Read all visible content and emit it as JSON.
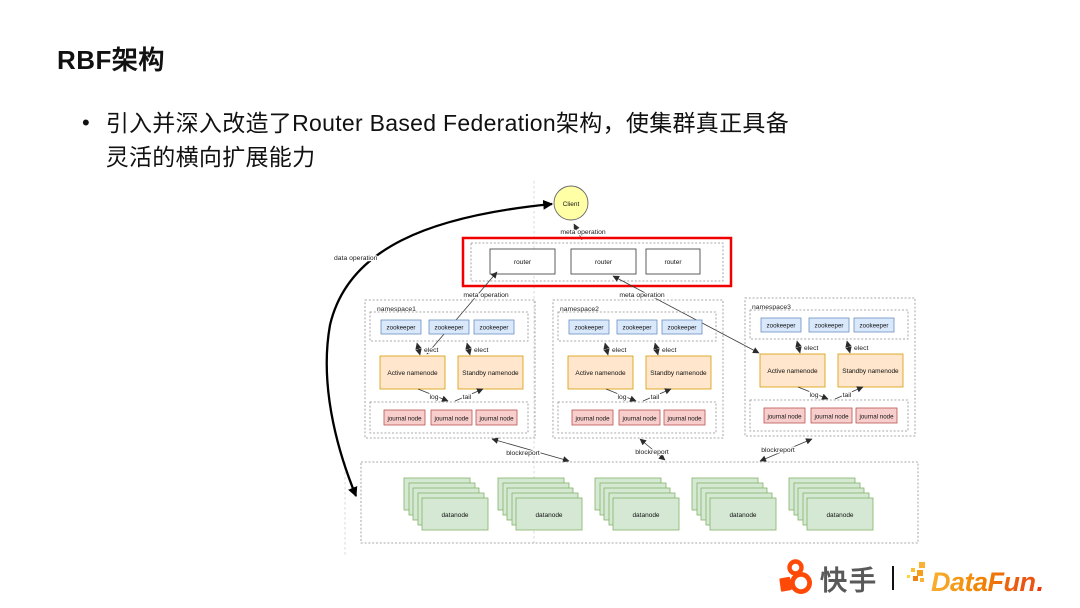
{
  "slide": {
    "title": "RBF架构",
    "bullet_marker": "•",
    "bullet": "引入并深入改造了Router Based Federation架构，使集群真正具备\n灵活的横向扩展能力"
  },
  "diagram": {
    "client_label": "Client",
    "router_labels": [
      "router",
      "router",
      "router"
    ],
    "edge_labels": {
      "meta_operation": "meta operation",
      "data_operation": "data operation",
      "elect": "elect",
      "log": "log",
      "tail": "tail",
      "blockreport": "blockreport"
    },
    "namespaces": [
      {
        "name": "namespace1",
        "zookeepers": [
          "zookeeper",
          "zookeeper",
          "zookeeper"
        ],
        "namenodes": [
          "Active namenode",
          "Standby namenode"
        ],
        "journal_nodes": [
          "journal node",
          "journal node",
          "journal node"
        ]
      },
      {
        "name": "namespace2",
        "zookeepers": [
          "zookeeper",
          "zookeeper",
          "zookeeper"
        ],
        "namenodes": [
          "Active namenode",
          "Standby namenode"
        ],
        "journal_nodes": [
          "journal node",
          "journal node",
          "journal node"
        ]
      },
      {
        "name": "namespace3",
        "zookeepers": [
          "zookeeper",
          "zookeeper",
          "zookeeper"
        ],
        "namenodes": [
          "Active namenode",
          "Standby namenode"
        ],
        "journal_nodes": [
          "journal node",
          "journal node",
          "journal node"
        ]
      }
    ],
    "datanode_label": "datanode",
    "datanode_stacks": 5,
    "colors": {
      "client_fill": "#ffffa6",
      "router_highlight": "#f20000",
      "zookeeper_fill": "#dae8fc",
      "zookeeper_stroke": "#6c8ebf",
      "namenode_fill": "#ffe6cc",
      "namenode_stroke": "#d79b00",
      "journal_fill": "#f8cecc",
      "journal_stroke": "#b85450",
      "datanode_fill": "#d5e8d4",
      "datanode_stroke": "#82b366"
    }
  },
  "footer": {
    "kuaishou_logo_text": "快手",
    "divider": "|",
    "datafun_wordmark": "DataFun",
    "datafun_period": ".",
    "kuaishou_orange": "#ff4906",
    "datafun_orange": "#f08300"
  }
}
